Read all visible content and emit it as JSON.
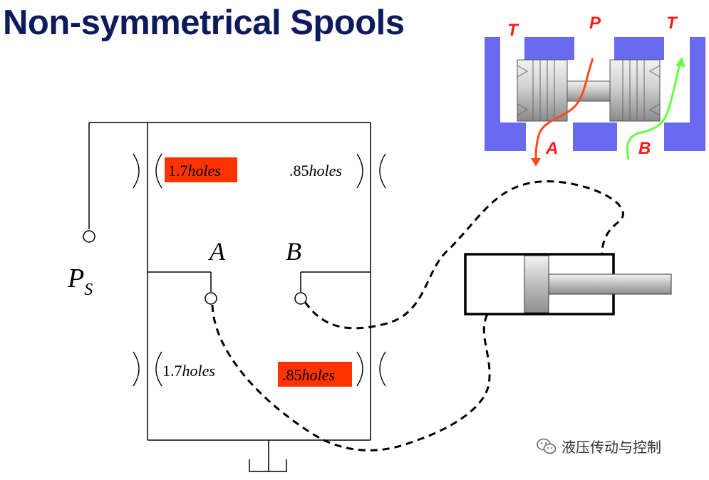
{
  "title": "Non-symmetrical Spools",
  "valve_labels": {
    "tank_left": "T",
    "pressure": "P",
    "tank_right": "T",
    "port_a": "A",
    "port_b": "B"
  },
  "bridge": {
    "supply_label_main": "P",
    "supply_label_sub": "S",
    "node_a": "A",
    "node_b": "B",
    "top_left_num": "1.7",
    "top_left_unit": "holes",
    "top_right_num": ".85",
    "top_right_unit": "holes",
    "bottom_left_num": "1.7",
    "bottom_left_unit": "holes",
    "bottom_right_num": ".85",
    "bottom_right_unit": "holes"
  },
  "colors": {
    "title": "#0d1a5c",
    "valve_body": "#6a6af0",
    "highlight": "#ff3300",
    "flow_p": "#ff4a1c",
    "flow_b": "#66ff44",
    "label_red": "#ff1a1a"
  },
  "watermark": {
    "text": "液压传动与控制",
    "icon": "wechat-icon"
  }
}
